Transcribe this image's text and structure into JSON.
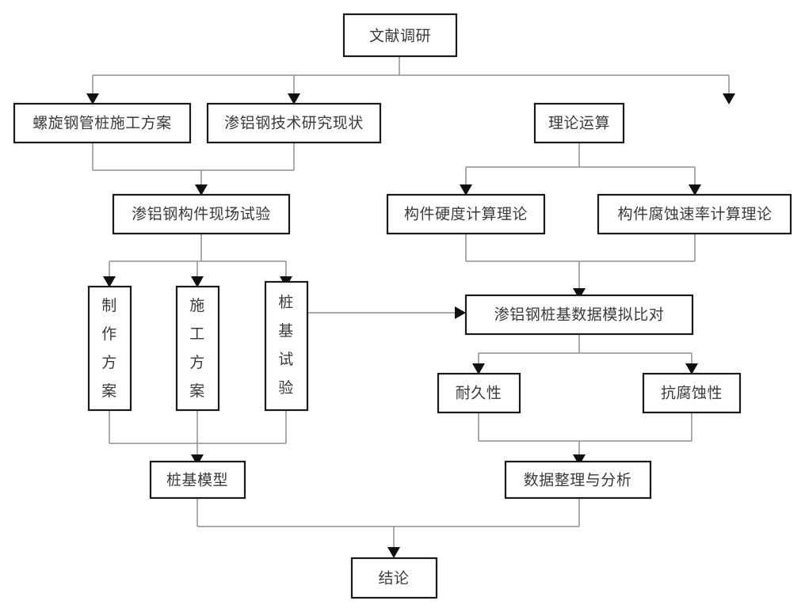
{
  "diagram": {
    "type": "flowchart",
    "title": "",
    "orientation": "top-down",
    "background_color": "#ffffff",
    "box_border_color": "#1a1a1a",
    "connector_color": "#8f8f8f",
    "arrow_color": "#111111",
    "text_color": "#3a3a3a",
    "nodes": {
      "literature_review": "文献调研",
      "spiral_pile_construction": "螺旋钢管桩施工方案",
      "alum_steel_research_status": "渗铝钢技术研究现状",
      "theoretical_calculation": "理论运算",
      "field_test": "渗铝钢构件现场试验",
      "hardness_theory": "构件硬度计算理论",
      "corrosion_rate_theory": "构件腐蚀速率计算理论",
      "fabrication_plan": "制作方案",
      "construction_plan": "施工方案",
      "pile_test": "桩基试验",
      "data_simulation": "渗铝钢桩基数据模拟比对",
      "durability": "耐久性",
      "corrosion_resistance": "抗腐蚀性",
      "pile_model": "桩基模型",
      "data_analysis": "数据整理与分析",
      "conclusion": "结论"
    },
    "vertical_nodes": {
      "fabrication_plan_chars": [
        "制",
        "作",
        "方",
        "案"
      ],
      "construction_plan_chars": [
        "施",
        "工",
        "方",
        "案"
      ],
      "pile_test_chars": [
        "桩",
        "基",
        "试",
        "验"
      ]
    },
    "edges": [
      {
        "from": "literature_review",
        "to": "spiral_pile_construction"
      },
      {
        "from": "literature_review",
        "to": "alum_steel_research_status"
      },
      {
        "from": "literature_review",
        "to": "theoretical_calculation"
      },
      {
        "from": "spiral_pile_construction",
        "to": "field_test"
      },
      {
        "from": "alum_steel_research_status",
        "to": "field_test"
      },
      {
        "from": "theoretical_calculation",
        "to": "hardness_theory"
      },
      {
        "from": "theoretical_calculation",
        "to": "corrosion_rate_theory"
      },
      {
        "from": "field_test",
        "to": "fabrication_plan"
      },
      {
        "from": "field_test",
        "to": "construction_plan"
      },
      {
        "from": "field_test",
        "to": "pile_test"
      },
      {
        "from": "hardness_theory",
        "to": "data_simulation"
      },
      {
        "from": "corrosion_rate_theory",
        "to": "data_simulation"
      },
      {
        "from": "pile_test",
        "to": "data_simulation"
      },
      {
        "from": "data_simulation",
        "to": "durability"
      },
      {
        "from": "data_simulation",
        "to": "corrosion_resistance"
      },
      {
        "from": "fabrication_plan",
        "to": "pile_model"
      },
      {
        "from": "construction_plan",
        "to": "pile_model"
      },
      {
        "from": "pile_test",
        "to": "pile_model"
      },
      {
        "from": "durability",
        "to": "data_analysis"
      },
      {
        "from": "corrosion_resistance",
        "to": "data_analysis"
      },
      {
        "from": "pile_model",
        "to": "conclusion"
      },
      {
        "from": "data_analysis",
        "to": "conclusion"
      }
    ]
  }
}
